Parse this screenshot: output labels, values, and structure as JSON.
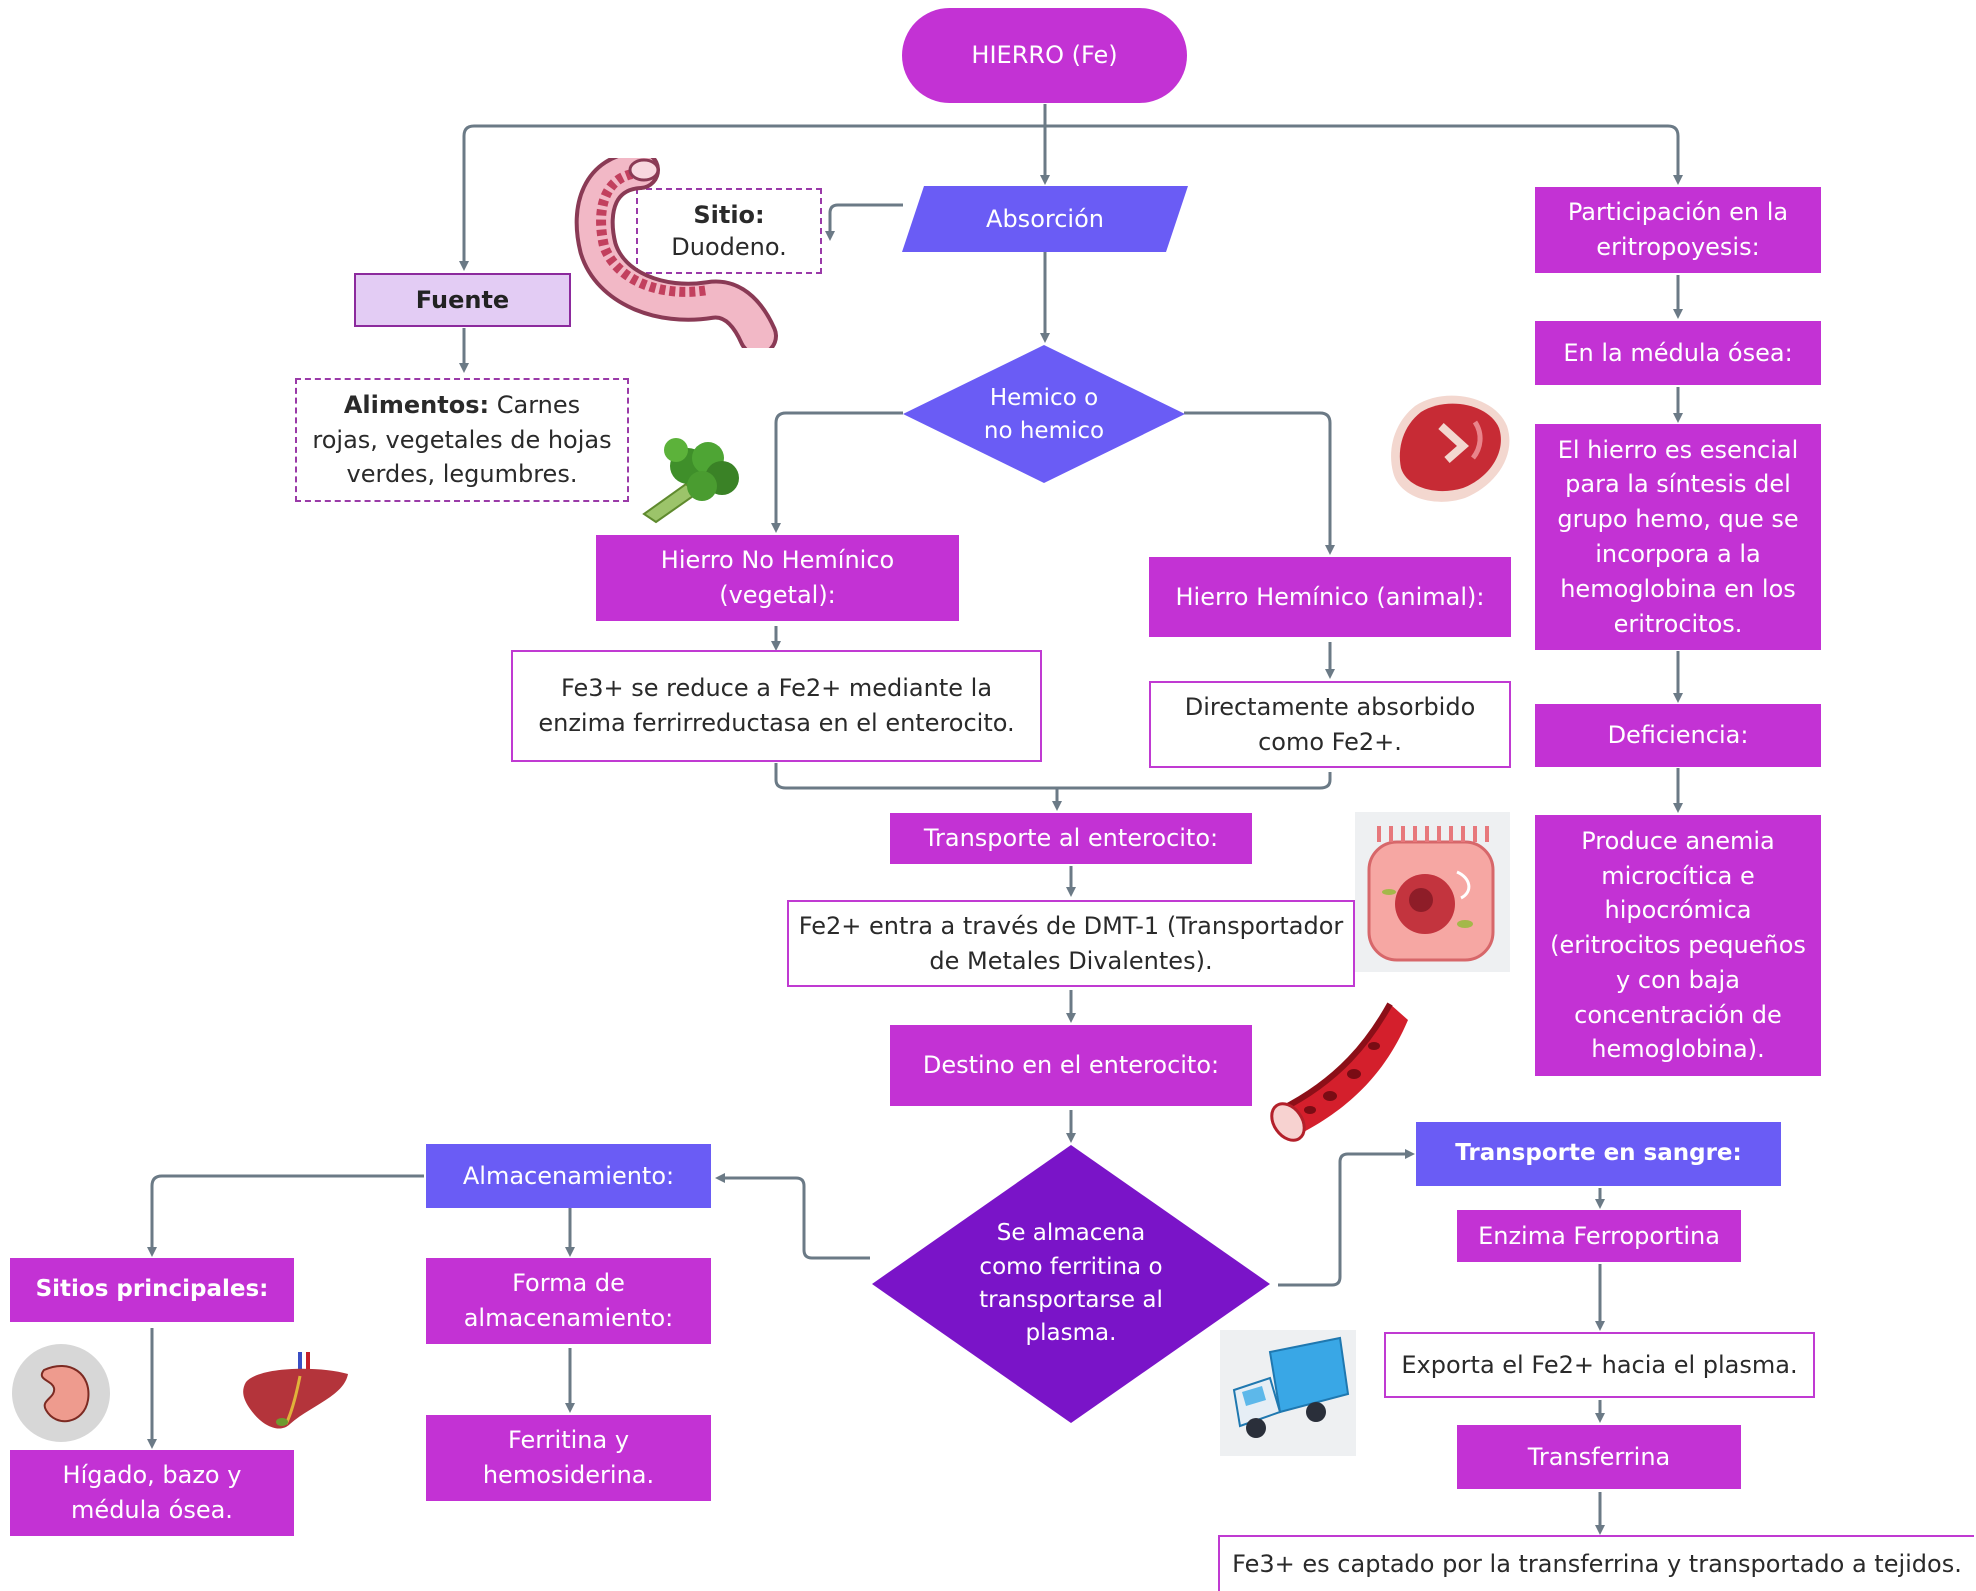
{
  "diagram": {
    "title": "HIERRO (Fe)",
    "fuente": {
      "label": "Fuente",
      "foods_label": "Alimentos:",
      "foods_text": " Carnes rojas, vegetales de hojas verdes, legumbres."
    },
    "absorcion": {
      "label": "Absorción",
      "site_label": "Sitio:",
      "site_value": "Duodeno.",
      "decision": "Hemico o\nno hemico",
      "no_hemico_title": "Hierro No Hemínico\n(vegetal):",
      "no_hemico_desc": "Fe3+ se reduce a Fe2+ mediante la\nenzima ferrirreductasa en el enterocito.",
      "hemico_title": "Hierro Hemínico (animal):",
      "hemico_desc": "Directamente absorbido\ncomo Fe2+.",
      "transporte_title": "Transporte al enterocito:",
      "transporte_desc": "Fe2+ entra a través de DMT-1 (Transportador\nde Metales Divalentes).",
      "destino_title": "Destino en el enterocito:",
      "destino_decision": "Se  almacena\ncomo ferritina o\ntransportarse al\nplasma."
    },
    "almacenamiento": {
      "label": "Almacenamiento:",
      "sitios_label": "Sitios principales:",
      "sitios_value": "Hígado, bazo y\nmédula ósea.",
      "forma_label": "Forma de\nalmacenamiento:",
      "forma_value": "Ferritina y\nhemosiderina."
    },
    "transporte_sangre": {
      "label": "Transporte en sangre:",
      "enzima": "Enzima Ferroportina",
      "exporta": "Exporta el Fe2+ hacia el plasma.",
      "transferrina": "Transferrina",
      "captado": "Fe3+ es captado por la transferrina y transportado a tejidos."
    },
    "eritropoyesis": {
      "label": "Participación en la\neritropoyesis:",
      "medula": "En la médula ósea:",
      "esencial": "El hierro es esencial\npara la síntesis del\ngrupo hemo, que se\nincorpora a la\nhemoglobina en los\neritrocitos.",
      "deficiencia": "Deficiencia:",
      "anemia": "Produce anemia\nmicrocítica e\nhipocrómica\n(eritrocitos pequeños\ny con baja\nconcentración de\nhemoglobina)."
    }
  },
  "icons": [
    "intestine-icon",
    "broccoli-icon",
    "steak-icon",
    "enterocyte-cell-icon",
    "blood-vessel-icon",
    "truck-icon",
    "spleen-icon",
    "liver-icon"
  ],
  "colors": {
    "magenta": "#c332d4",
    "blue": "#6a5cf5",
    "decision_purple": "#7a14c8",
    "lavender": "#e3ccf4",
    "connector": "#6b7a86"
  }
}
